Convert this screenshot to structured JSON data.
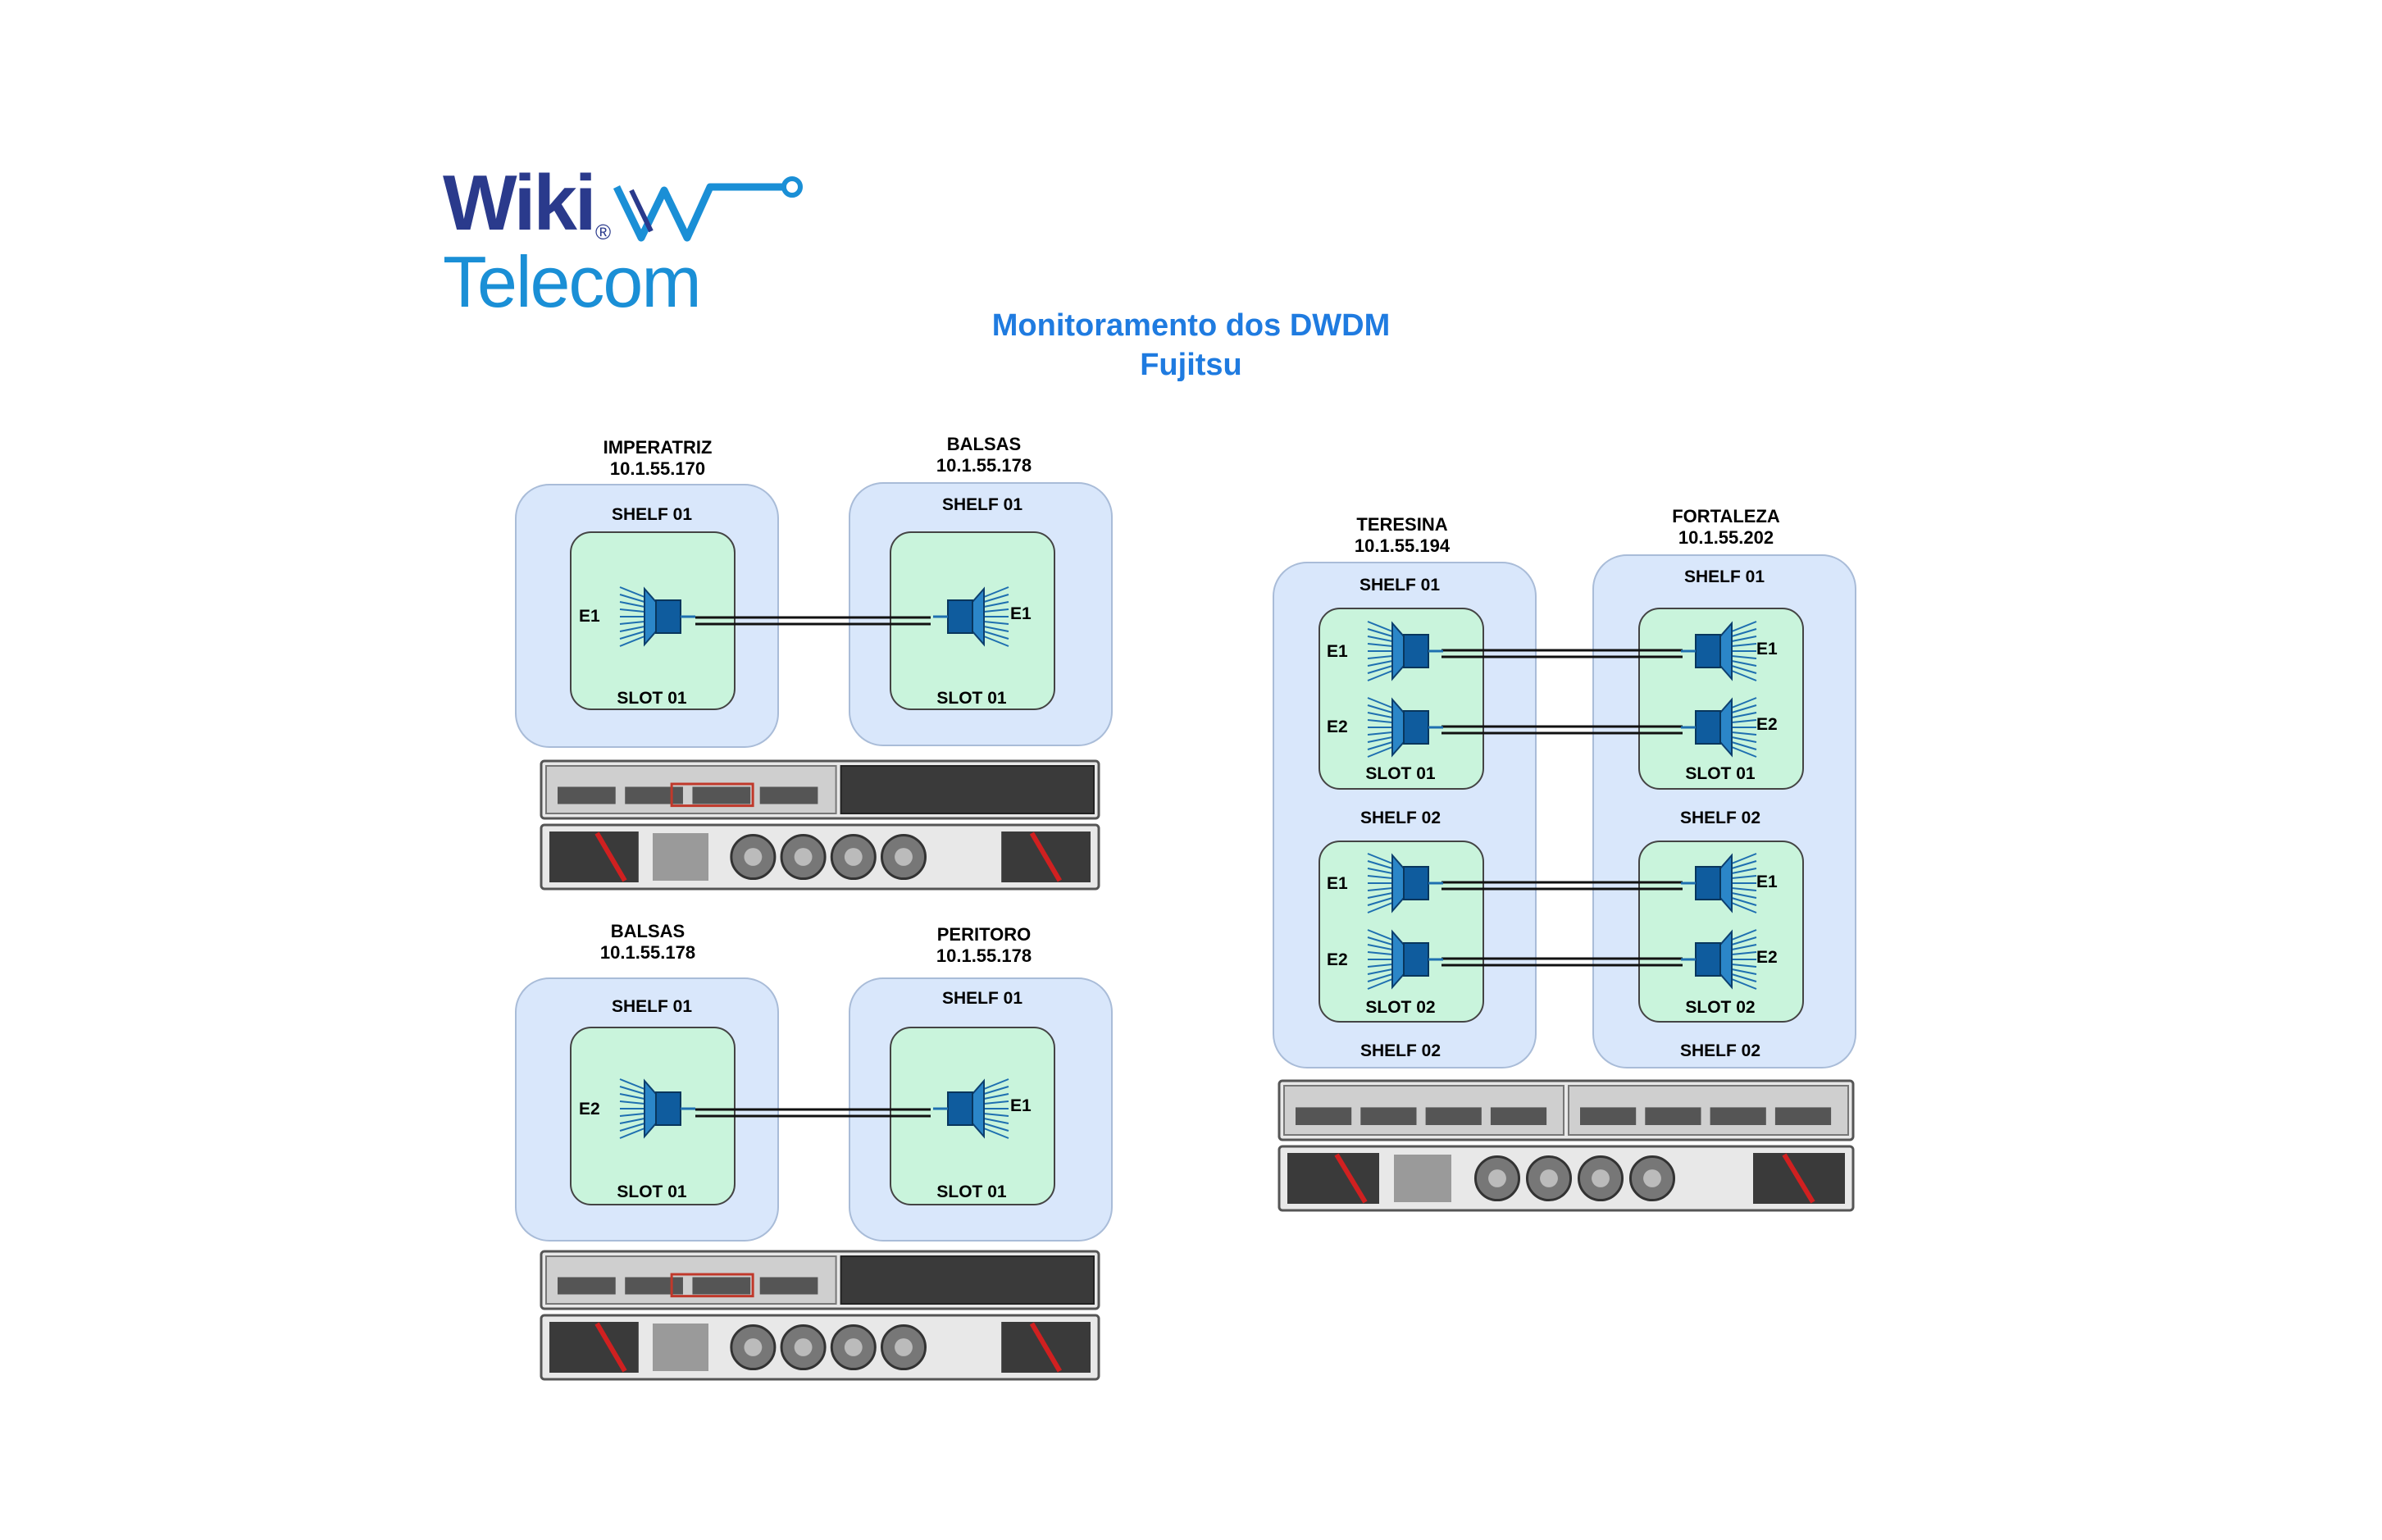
{
  "logo": {
    "line1": "Wiki",
    "reg": "®",
    "line2": "Telecom",
    "brand_colors": {
      "dark": "#2a3a8c",
      "light": "#1a8fd6"
    }
  },
  "title": {
    "line1": "Monitoramento dos DWDM",
    "line2": "Fujitsu",
    "color": "#1f7be0"
  },
  "link1": {
    "a": {
      "name": "IMPERATRIZ",
      "ip": "10.1.55.170",
      "shelf": "SHELF 01",
      "slot": "SLOT 01",
      "port": "E1"
    },
    "b": {
      "name": "BALSAS",
      "ip": "10.1.55.178",
      "shelf": "SHELF 01",
      "slot": "SLOT 01",
      "port": "E1"
    }
  },
  "link2": {
    "a": {
      "name": "BALSAS",
      "ip": "10.1.55.178",
      "shelf": "SHELF 01",
      "slot": "SLOT 01",
      "port": "E2"
    },
    "b": {
      "name": "PERITORO",
      "ip": "10.1.55.178",
      "shelf": "SHELF 01",
      "slot": "SLOT 01",
      "port": "E1"
    }
  },
  "link3": {
    "a": {
      "name": "TERESINA",
      "ip": "10.1.55.194",
      "shelf_top": "SHELF 01",
      "shelf_mid": "SHELF 02",
      "shelf_bottom": "SHELF 02",
      "slot1": "SLOT 01",
      "slot2": "SLOT 02",
      "p1": "E1",
      "p2": "E2",
      "p3": "E1",
      "p4": "E2"
    },
    "b": {
      "name": "FORTALEZA",
      "ip": "10.1.55.202",
      "shelf_top": "SHELF 01",
      "shelf_mid": "SHELF 02",
      "shelf_bottom": "SHELF 02",
      "slot1": "SLOT 01",
      "slot2": "SLOT 02",
      "p1": "E1",
      "p2": "E2",
      "p3": "E1",
      "p4": "E2"
    }
  }
}
